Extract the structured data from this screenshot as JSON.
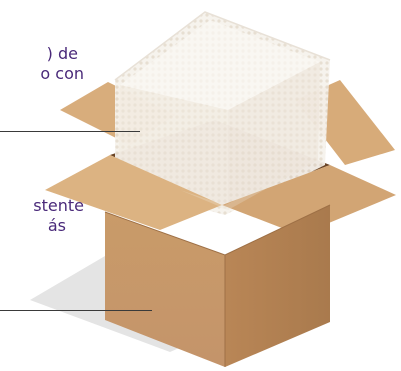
{
  "callouts": [
    {
      "line1": ") de",
      "line2": "o con"
    },
    {
      "line1": "stente",
      "line2": "ás"
    }
  ],
  "colors": {
    "text": "#4a2a7a",
    "cardboard_front": "#c89b6a",
    "cardboard_side": "#b9895a",
    "flap_light": "#d9b07f",
    "interior": "#6b4526",
    "shadow": "#e2e2e2",
    "bubble_wrap": "#f3efe8"
  },
  "icons": [
    "cardboard-box-icon",
    "bubble-wrap-package-icon"
  ]
}
